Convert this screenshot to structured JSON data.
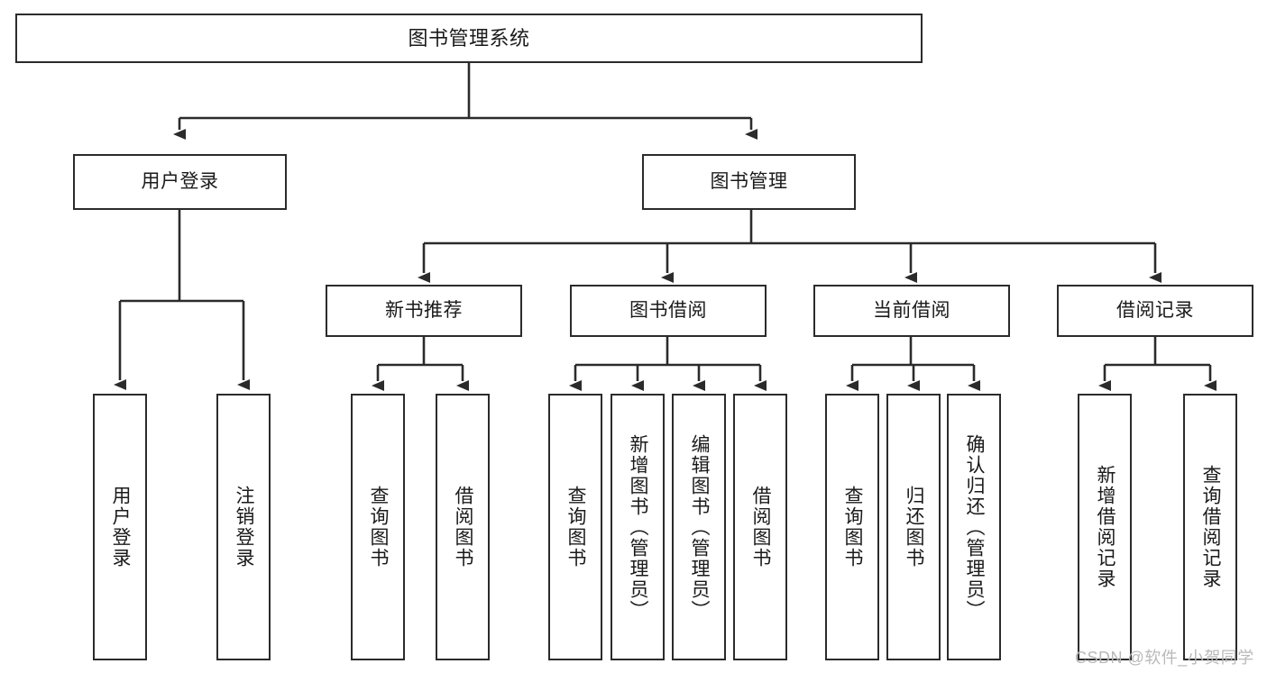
{
  "diagram": {
    "title": "图书管理系统",
    "type": "hierarchy-tree",
    "watermark": "CSDN @软件_小贺同学",
    "colors": {
      "node_border": "#2b2b2b",
      "node_fill": "#ffffff",
      "connector": "#333333",
      "text": "#1a1a1a",
      "watermark": "#b9b9b9",
      "background": "#ffffff"
    },
    "nodes": {
      "root": {
        "label": "图书管理系统",
        "orientation": "horizontal"
      },
      "level1": [
        {
          "id": "user-login",
          "label": "用户登录",
          "orientation": "horizontal"
        },
        {
          "id": "book-management",
          "label": "图书管理",
          "orientation": "horizontal"
        }
      ],
      "level2": [
        {
          "id": "new-book-recommend",
          "label": "新书推荐",
          "orientation": "horizontal",
          "parent": "book-management"
        },
        {
          "id": "book-borrow",
          "label": "图书借阅",
          "orientation": "horizontal",
          "parent": "book-management"
        },
        {
          "id": "current-borrow",
          "label": "当前借阅",
          "orientation": "horizontal",
          "parent": "book-management"
        },
        {
          "id": "borrow-record",
          "label": "借阅记录",
          "orientation": "horizontal",
          "parent": "book-management"
        }
      ],
      "leaves": [
        {
          "id": "leaf-user-login",
          "label": "用户登录",
          "parent": "user-login",
          "orientation": "vertical"
        },
        {
          "id": "leaf-logout-login",
          "label": "注销登录",
          "parent": "user-login",
          "orientation": "vertical"
        },
        {
          "id": "leaf-query-book-1",
          "label": "查询图书",
          "parent": "new-book-recommend",
          "orientation": "vertical"
        },
        {
          "id": "leaf-borrow-book-1",
          "label": "借阅图书",
          "parent": "new-book-recommend",
          "orientation": "vertical"
        },
        {
          "id": "leaf-query-book-2",
          "label": "查询图书",
          "parent": "book-borrow",
          "orientation": "vertical"
        },
        {
          "id": "leaf-add-book",
          "label": "新增图书（管理员）",
          "parent": "book-borrow",
          "orientation": "vertical"
        },
        {
          "id": "leaf-edit-book",
          "label": "编辑图书（管理员）",
          "parent": "book-borrow",
          "orientation": "vertical"
        },
        {
          "id": "leaf-borrow-book-2",
          "label": "借阅图书",
          "parent": "book-borrow",
          "orientation": "vertical"
        },
        {
          "id": "leaf-query-book-3",
          "label": "查询图书",
          "parent": "current-borrow",
          "orientation": "vertical"
        },
        {
          "id": "leaf-return-book",
          "label": "归还图书",
          "parent": "current-borrow",
          "orientation": "vertical"
        },
        {
          "id": "leaf-confirm-return",
          "label": "确认归还（管理员）",
          "parent": "current-borrow",
          "orientation": "vertical"
        },
        {
          "id": "leaf-add-record",
          "label": "新增借阅记录",
          "parent": "borrow-record",
          "orientation": "vertical"
        },
        {
          "id": "leaf-query-record",
          "label": "查询借阅记录",
          "parent": "borrow-record",
          "orientation": "vertical"
        }
      ]
    }
  }
}
